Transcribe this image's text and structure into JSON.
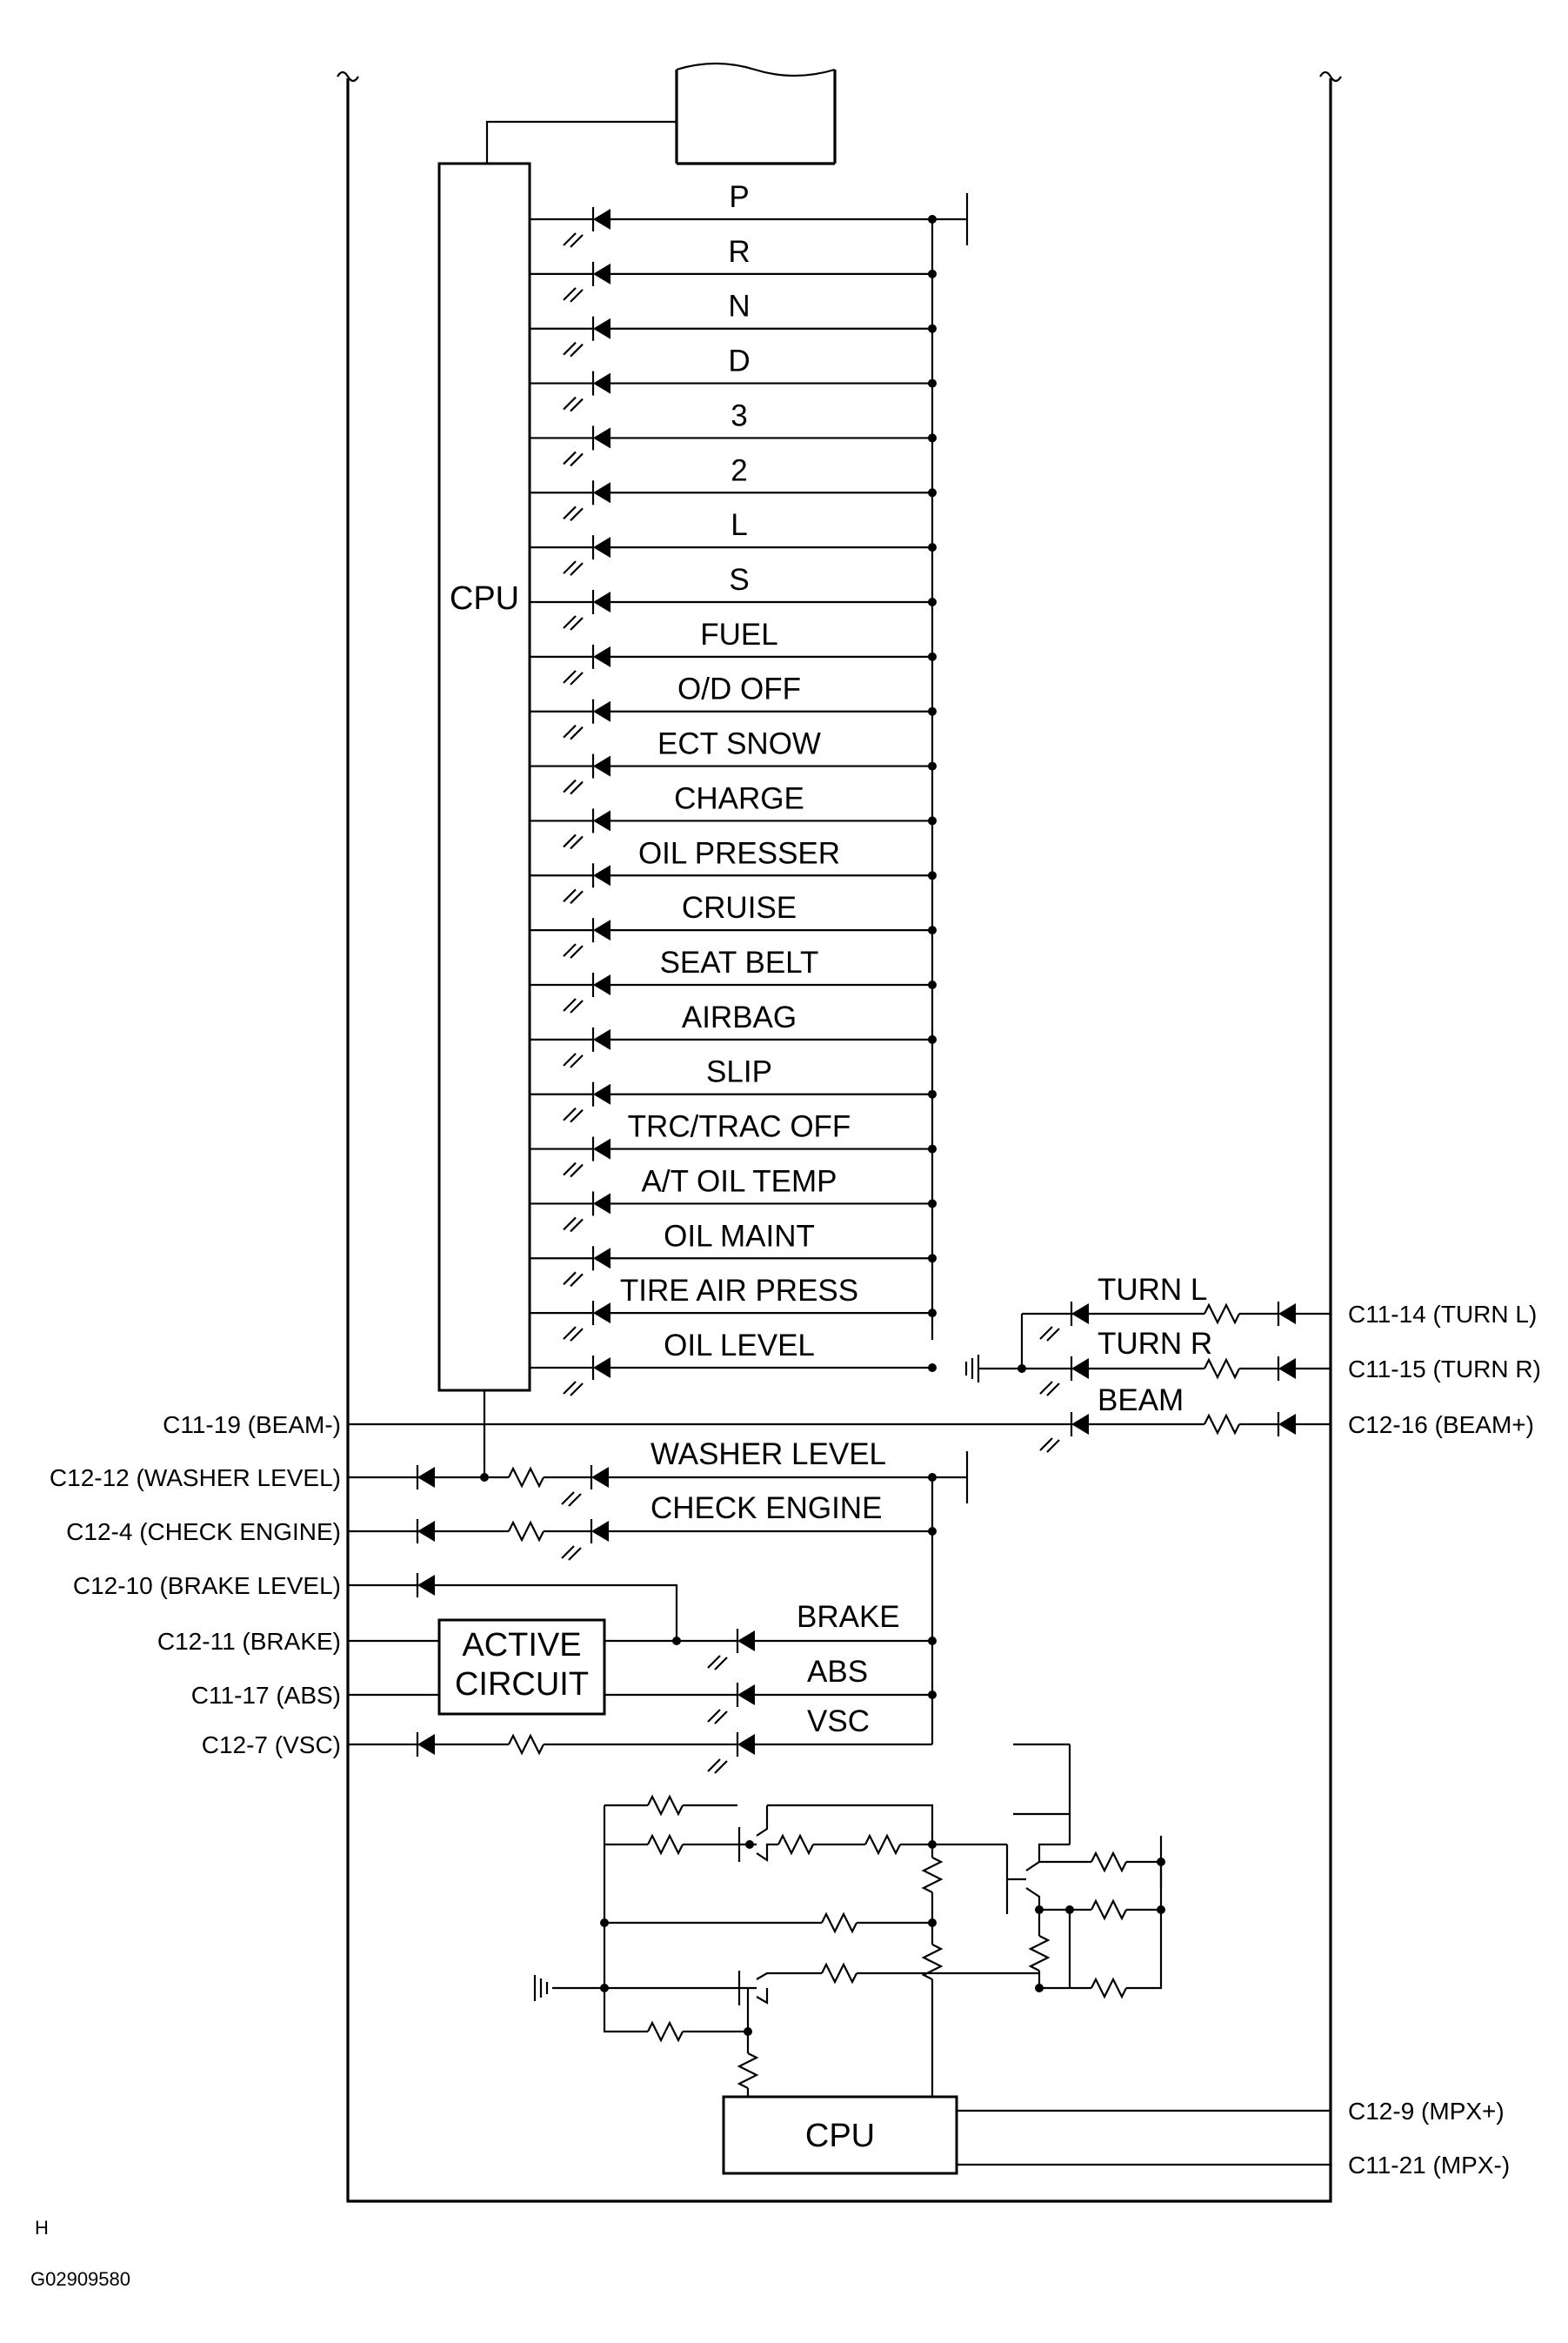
{
  "cpu_top": "CPU",
  "cpu_bottom": "CPU",
  "active_circuit": [
    "ACTIVE",
    "CIRCUIT"
  ],
  "indicators": [
    "P",
    "R",
    "N",
    "D",
    "3",
    "2",
    "L",
    "S",
    "FUEL",
    "O/D OFF",
    "ECT SNOW",
    "CHARGE",
    "OIL PRESSER",
    "CRUISE",
    "SEAT BELT",
    "AIRBAG",
    "SLIP",
    "TRC/TRAC OFF",
    "A/T OIL TEMP",
    "OIL MAINT",
    "TIRE AIR PRESS",
    "OIL LEVEL"
  ],
  "right_indicators": [
    "TURN L",
    "TURN R",
    "BEAM"
  ],
  "lower_indicators": [
    "WASHER LEVEL",
    "CHECK ENGINE",
    "BRAKE",
    "ABS",
    "VSC"
  ],
  "right_connectors": [
    "C11-14 (TURN L)",
    "C11-15 (TURN R)",
    "C12-16 (BEAM+)",
    "C12-9 (MPX+)",
    "C11-21 (MPX-)"
  ],
  "left_connectors": [
    "C11-19 (BEAM-)",
    "C12-12 (WASHER LEVEL)",
    "C12-4 (CHECK ENGINE)",
    "C12-10 (BRAKE LEVEL)",
    "C12-11 (BRAKE)",
    "C11-17 (ABS)",
    "C12-7 (VSC)"
  ],
  "footer_letter": "H",
  "figure_code": "G02909580"
}
